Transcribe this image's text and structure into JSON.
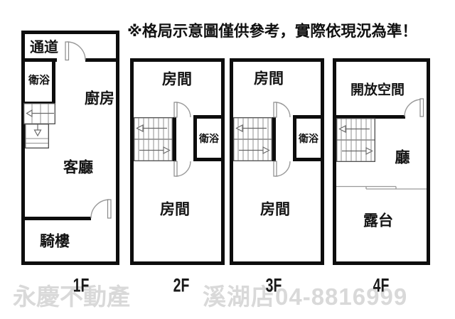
{
  "disclaimer": "※格局示意圖僅供參考，實際依現況為準！",
  "watermark": {
    "brand": "永慶不動產",
    "contact": "溪湖店04-8816999"
  },
  "colors": {
    "wall": "#0d0d0d",
    "detail_line": "#8f8f8f",
    "stair_outline": "#444444",
    "watermark": "#d9d9d9",
    "background": "#ffffff"
  },
  "floors": {
    "f1": {
      "label": "1F",
      "rooms": {
        "passage": "通道",
        "bathroom": "衛浴",
        "kitchen": "廚房",
        "living_room": "客廳",
        "arcade": "騎樓"
      }
    },
    "f2": {
      "label": "2F",
      "rooms": {
        "room_top": "房間",
        "bathroom": "衛浴",
        "room_bottom": "房間"
      }
    },
    "f3": {
      "label": "3F",
      "rooms": {
        "room_top": "房間",
        "bathroom": "衛浴",
        "room_bottom": "房間"
      }
    },
    "f4": {
      "label": "4F",
      "rooms": {
        "open_space": "開放空間",
        "hall": "廳",
        "terrace": "露台"
      }
    }
  }
}
